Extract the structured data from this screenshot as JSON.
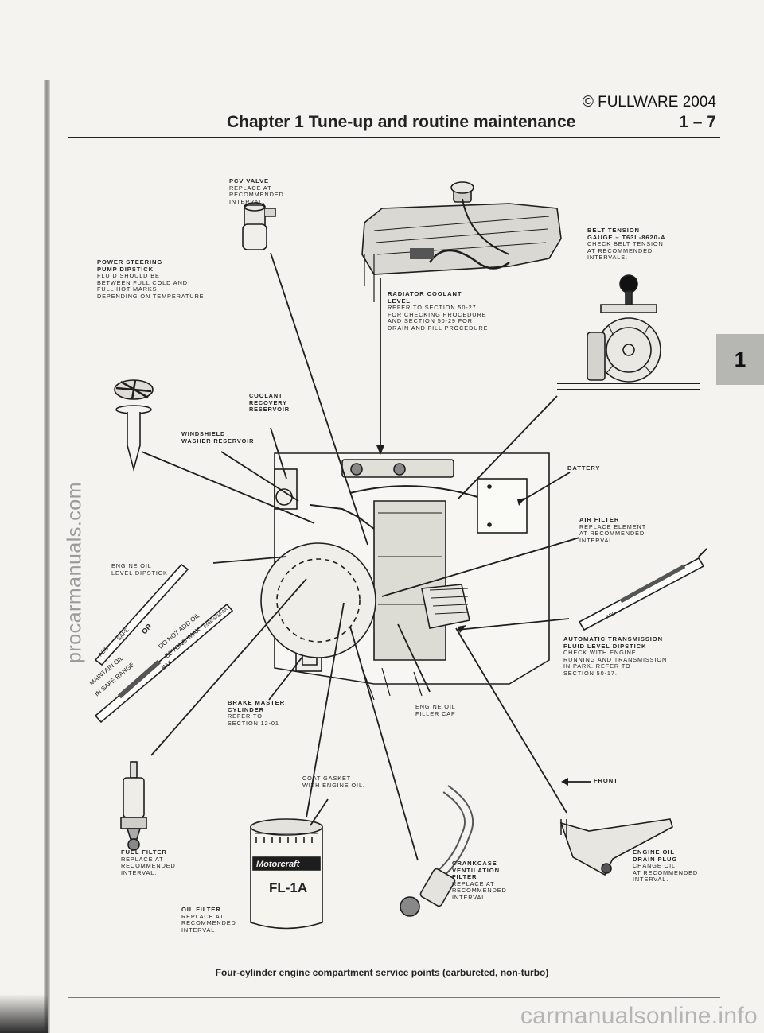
{
  "copyright": "© FULLWARE 2004",
  "header": {
    "chapter": "Chapter 1   Tune-up and routine maintenance",
    "page_number": "1 – 7"
  },
  "side_tab": "1",
  "watermarks": {
    "vertical": "procarmanuals.com",
    "corner": "carmanualsonline.info"
  },
  "labels": {
    "pcv_valve": {
      "title": "PCV VALVE",
      "lines": [
        "REPLACE AT",
        "RECOMMENDED",
        "INTERVAL."
      ]
    },
    "belt_tension": {
      "title": "BELT TENSION",
      "title2": "GAUGE – T63L-8620-A",
      "lines": [
        "CHECK BELT TENSION",
        "AT RECOMMENDED",
        "INTERVALS."
      ]
    },
    "power_steering": {
      "title": "POWER STEERING",
      "title2": "PUMP DIPSTICK",
      "lines": [
        "FLUID SHOULD BE",
        "BETWEEN FULL COLD AND",
        "FULL HOT MARKS,",
        "DEPENDING ON TEMPERATURE."
      ]
    },
    "radiator_coolant": {
      "title": "RADIATOR COOLANT",
      "title2": "LEVEL",
      "lines": [
        "REFER TO SECTION 50-27",
        "FOR CHECKING PROCEDURE",
        "AND SECTION 50-29 FOR",
        "DRAIN AND FILL PROCEDURE."
      ]
    },
    "coolant_recovery": {
      "lines": [
        "COOLANT",
        "RECOVERY",
        "RESERVOIR"
      ]
    },
    "windshield_washer": {
      "lines": [
        "WINDSHIELD",
        "WASHER RESERVOIR"
      ]
    },
    "battery": {
      "title": "BATTERY"
    },
    "air_filter": {
      "title": "AIR FILTER",
      "lines": [
        "REPLACE ELEMENT",
        "AT RECOMMENDED",
        "INTERVAL."
      ]
    },
    "engine_oil_dipstick": {
      "lines": [
        "ENGINE OIL",
        "LEVEL DIPSTICK"
      ]
    },
    "auto_trans": {
      "title": "AUTOMATIC TRANSMISSION",
      "title2": "FLUID LEVEL DIPSTICK",
      "lines": [
        "CHECK WITH ENGINE",
        "RUNNING AND TRANSMISSION",
        "IN PARK. REFER TO",
        "SECTION 50-17."
      ]
    },
    "brake_master": {
      "title": "BRAKE MASTER",
      "title2": "CYLINDER",
      "lines": [
        "REFER TO",
        "SECTION 12-01"
      ]
    },
    "oil_filler": {
      "lines": [
        "ENGINE OIL",
        "FILLER CAP"
      ]
    },
    "coat_gasket": {
      "lines": [
        "COAT GASKET",
        "WITH ENGINE OIL."
      ]
    },
    "front": {
      "title": "FRONT"
    },
    "fuel_filter": {
      "title": "FUEL FILTER",
      "lines": [
        "REPLACE AT",
        "RECOMMENDED",
        "INTERVAL."
      ]
    },
    "crankcase": {
      "title": "CRANKCASE",
      "title2": "VENTILATION",
      "title3": "FILTER",
      "lines": [
        "REPLACE AT",
        "RECOMMENDED",
        "INTERVAL."
      ]
    },
    "oil_drain": {
      "title": "ENGINE OIL",
      "title2": "DRAIN PLUG",
      "lines": [
        "CHANGE OIL",
        "AT RECOMMENDED",
        "INTERVAL."
      ]
    },
    "oil_filter": {
      "title": "OIL FILTER",
      "lines": [
        "REPLACE AT",
        "RECOMMENDED",
        "INTERVAL."
      ]
    }
  },
  "dipstick_marks": {
    "add": "ADD",
    "safe": "SAFE",
    "or": "OR",
    "maintain": "MAINTAIN OIL",
    "in_safe_range": "IN SAFE RANGE",
    "do_not_add": "DO NOT ADD OIL",
    "beyond_max": "BEYOND 'MAX'",
    "max": "MAX",
    "part_number": "E53E-6750-AA"
  },
  "oil_filter_brand": "Motorcraft",
  "oil_filter_model": "FL-1A",
  "caption": "Four-cylinder engine compartment service points (carbureted, non-turbo)"
}
